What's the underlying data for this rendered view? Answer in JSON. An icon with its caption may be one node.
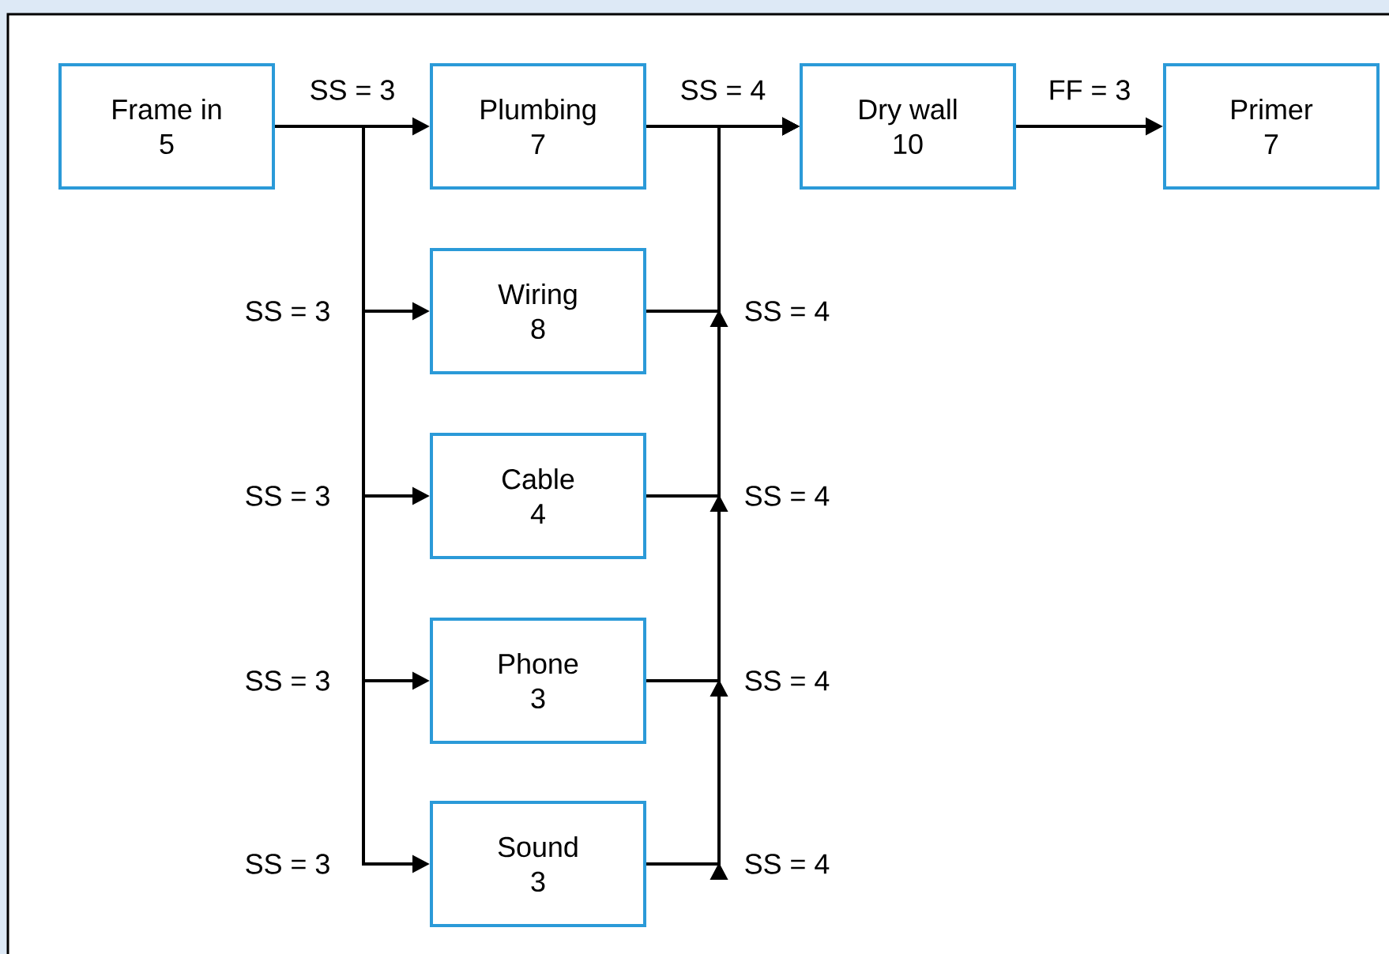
{
  "diagram": {
    "nodes": [
      {
        "text": [
          "Frame in",
          "5"
        ]
      },
      {
        "text": [
          "Plumbing",
          "7"
        ]
      },
      {
        "text": [
          "Wiring",
          "8"
        ]
      },
      {
        "text": [
          "Cable",
          "4"
        ]
      },
      {
        "text": [
          "Phone",
          "3"
        ]
      },
      {
        "text": [
          "Sound",
          "3"
        ]
      },
      {
        "text": [
          "Dry wall",
          "10"
        ]
      },
      {
        "text": [
          "Primer",
          "7"
        ]
      }
    ],
    "edges": [
      {
        "from": 0,
        "to": 1,
        "arrow": "to",
        "label": "SS = 3"
      },
      {
        "from": 0,
        "to": 2,
        "arrow": "to",
        "label": "SS = 3"
      },
      {
        "from": 0,
        "to": 3,
        "arrow": "to",
        "label": "SS = 3"
      },
      {
        "from": 0,
        "to": 4,
        "arrow": "to",
        "label": "SS = 3"
      },
      {
        "from": 0,
        "to": 5,
        "arrow": "to",
        "label": "SS = 3"
      },
      {
        "from": 1,
        "to": 6,
        "arrow": "to",
        "label": "SS = 4"
      },
      {
        "from": 2,
        "to": 6,
        "arrow": "to",
        "label": "SS = 4"
      },
      {
        "from": 3,
        "to": 6,
        "arrow": "to",
        "label": "SS = 4"
      },
      {
        "from": 4,
        "to": 6,
        "arrow": "to",
        "label": "SS = 4"
      },
      {
        "from": 5,
        "to": 6,
        "arrow": "to",
        "label": "SS = 4"
      },
      {
        "from": 6,
        "to": 7,
        "arrow": "to",
        "label": "FF = 3"
      }
    ]
  }
}
